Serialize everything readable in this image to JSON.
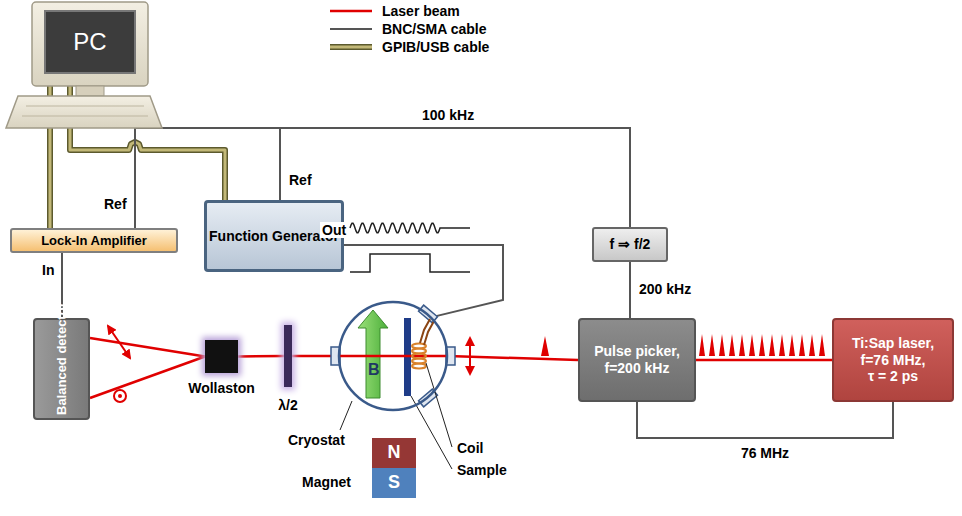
{
  "diagram": {
    "nodes": [
      {
        "text": [
          "PC"
        ]
      },
      {
        "text": [
          "Lock-In Amplifier"
        ]
      },
      {
        "text": [
          "Function Generator"
        ]
      },
      {
        "text": [
          "f ⇒ f/2"
        ]
      },
      {
        "text": [
          "Pulse picker, f=200 kHz"
        ]
      },
      {
        "text": [
          "Ti:Sap laser, f=76 MHz, τ = 2 ps"
        ]
      },
      {
        "text": [
          "Balanced detector"
        ]
      },
      {
        "text": [
          "Wollaston"
        ]
      },
      {
        "text": [
          "λ/2"
        ]
      },
      {
        "text": [
          "Cryostat"
        ]
      },
      {
        "text": [
          "N"
        ]
      },
      {
        "text": [
          "S"
        ]
      }
    ],
    "edges": [
      {
        "from": 0,
        "to": 1,
        "arrow": "none"
      },
      {
        "from": 0,
        "to": 2,
        "arrow": "none"
      },
      {
        "from": 3,
        "to": 1,
        "label": "Ref",
        "arrow": "none"
      },
      {
        "from": 3,
        "to": 2,
        "label": "Ref",
        "arrow": "none"
      },
      {
        "from": 6,
        "to": 1,
        "label": "In",
        "arrow": "none"
      },
      {
        "from": 2,
        "to": 9,
        "label": "Out",
        "arrow": "none"
      },
      {
        "from": 4,
        "to": 3,
        "label": "200 kHz",
        "arrow": "none"
      },
      {
        "from": 5,
        "to": 4,
        "label": "76 MHz",
        "arrow": "none"
      },
      {
        "from": 5,
        "to": 4,
        "arrow": "none"
      },
      {
        "from": 4,
        "to": 9,
        "arrow": "none"
      },
      {
        "from": 9,
        "to": 8,
        "arrow": "none"
      },
      {
        "from": 8,
        "to": 7,
        "arrow": "none"
      },
      {
        "from": 7,
        "to": 6,
        "arrow": "none"
      },
      {
        "from": 7,
        "to": 6,
        "arrow": "none"
      }
    ],
    "labels": [
      "100 kHz",
      "B",
      "Coil",
      "Sample",
      "Magnet"
    ],
    "legend": [
      {
        "text": "Laser beam"
      },
      {
        "text": "BNC/SMA cable"
      },
      {
        "text": "GPIB/USB cable"
      }
    ]
  }
}
